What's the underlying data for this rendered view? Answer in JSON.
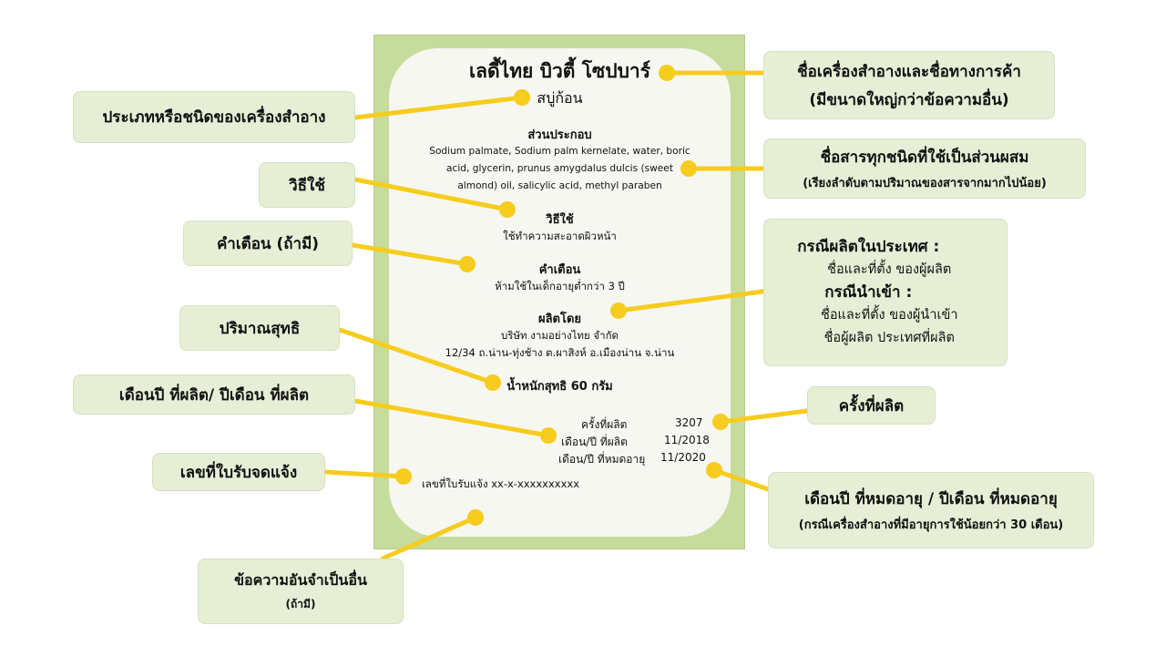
{
  "label": {
    "brand": "เลดี้ไทย บิวตี้ โซปบาร์",
    "product_type": "สบู่ก้อน",
    "ingredients_heading": "ส่วนประกอบ",
    "ingredients_lines": [
      "Sodium palmate, Sodium palm kernelate, water, boric",
      "acid, glycerin, prunus amygdalus dulcis (sweet",
      "almond) oil, salicylic acid, methyl paraben"
    ],
    "usage_heading": "วิธีใช้",
    "usage_text": "ใช้ทำความสะอาดผิวหน้า",
    "warning_heading": "คำเตือน",
    "warning_text": "ห้ามใช้ในเด็กอายุต่ำกว่า 3 ปี",
    "manufacturer_heading": "ผลิตโดย",
    "manufacturer_name": "บริษัท งามอย่างไทย จำกัด",
    "manufacturer_address": "12/34 ถ.น่าน-ทุ่งช้าง ต.ผาสิงห์ อ.เมืองน่าน จ.น่าน",
    "net_weight": "น้ำหนักสุทธิ 60 กรัม",
    "lot_label": "ครั้งที่ผลิต",
    "lot_value": "3207",
    "mfg_label": "เดือน/ปี ที่ผลิต",
    "mfg_value": "11/2018",
    "exp_label": "เดือน/ปี ที่หมดอายุ",
    "exp_value": "11/2020",
    "registration": "เลขที่ใบรับแจ้ง  xx-x-xxxxxxxxxx"
  },
  "callouts": {
    "type": "ประเภทหรือชนิดของเครื่องสำอาง",
    "usage": "วิธีใช้",
    "warning": "คำเตือน (ถ้ามี)",
    "net": "ปริมาณสุทธิ",
    "mfg_date": "เดือนปี ที่ผลิต/ ปีเดือน ที่ผลิต",
    "registration": "เลขที่ใบรับจดแจ้ง",
    "other_title": "ข้อความอันจำเป็นอื่น",
    "other_sub": "(ถ้ามี)",
    "brand_title": "ชื่อเครื่องสำอางและชื่อทางการค้า",
    "brand_sub": "(มีขนาดใหญ่กว่าข้อความอื่น)",
    "ingredients_title": "ชื่อสารทุกชนิดที่ใช้เป็นส่วนผสม",
    "ingredients_sub": "(เรียงลำดับตามปริมาณของสารจากมากไปน้อย)",
    "domestic_heading": "กรณีผลิตในประเทศ :",
    "domestic_text": "ชื่อและที่ตั้ง ของผู้ผลิต",
    "import_heading": "กรณีนำเข้า :",
    "import_text1": "ชื่อและที่ตั้ง ของผู้นำเข้า",
    "import_text2": "ชื่อผู้ผลิต ประเทศที่ผลิต",
    "lot": "ครั้งที่ผลิต",
    "exp_title": "เดือนปี ที่หมดอายุ / ปีเดือน ที่หมดอายุ",
    "exp_sub": "(กรณีเครื่องสำอางที่มีอายุการใช้น้อยกว่า 30 เดือน)"
  },
  "colors": {
    "connector": "#f6cc1e",
    "frame": "#c5dc9c",
    "card": "#f6f7f1",
    "callout_bg": "#e6efd6"
  }
}
